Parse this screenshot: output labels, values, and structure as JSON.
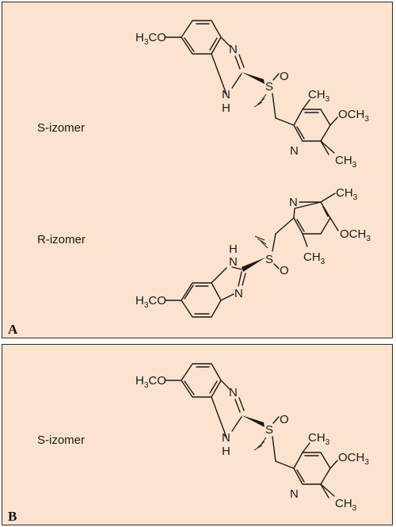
{
  "panels": [
    {
      "letter": "A",
      "structures": [
        {
          "label": "S-izomer",
          "methoxy_benz": "H3CO",
          "methoxy_pyr": "OCH3",
          "methyl": "CH3",
          "n": "N",
          "nh": "N",
          "h": "H",
          "s": "S",
          "o": "O"
        },
        {
          "label": "R-izomer",
          "methoxy_benz": "H3CO",
          "methoxy_pyr": "OCH3",
          "methyl": "CH3",
          "n": "N",
          "nh": "N",
          "h": "H",
          "s": "S",
          "o": "O"
        }
      ]
    },
    {
      "letter": "B",
      "structures": [
        {
          "label": "S-izomer",
          "methoxy_benz": "H3CO",
          "methoxy_pyr": "OCH3",
          "methyl": "CH3",
          "n": "N",
          "nh": "N",
          "h": "H",
          "s": "S",
          "o": "O"
        }
      ]
    }
  ]
}
